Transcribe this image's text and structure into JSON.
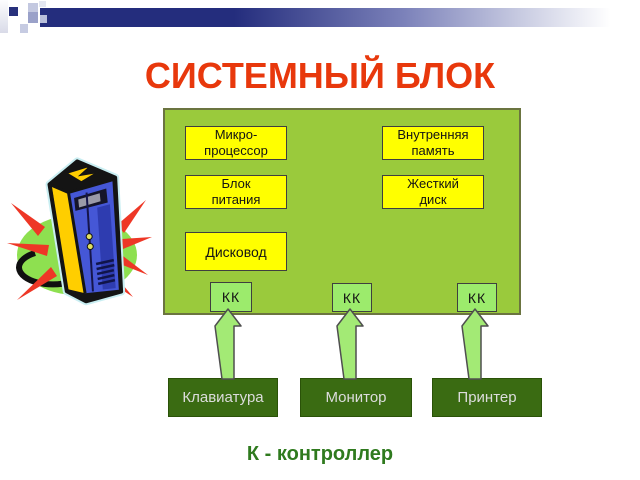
{
  "title": {
    "text": "СИСТЕМНЫЙ БЛОК"
  },
  "system_box": {
    "components": [
      {
        "label": "Микро-\nпроцессор"
      },
      {
        "label": "Внутренняя\nпамять"
      },
      {
        "label": "Блок\nпитания"
      },
      {
        "label": "Жесткий\nдиск"
      },
      {
        "label": "Дисковод"
      }
    ],
    "controllers": [
      {
        "label": "КК"
      },
      {
        "label": "КК"
      },
      {
        "label": "КК"
      }
    ]
  },
  "devices": [
    {
      "label": "Клавиатура"
    },
    {
      "label": "Монитор"
    },
    {
      "label": "Принтер"
    }
  ],
  "caption": {
    "text": "К - контроллер"
  },
  "icons": {
    "computer_tower_icon": "pc-tower-clipart"
  },
  "colors": {
    "title_red": "#e8380c",
    "board_green": "#9aca3c",
    "component_yellow": "#ffff00",
    "controller_light_green": "#9ceb6c",
    "device_dark_green": "#3a6b12",
    "arrow_green": "#a3ea75",
    "caption_green": "#2f7a1e",
    "header_navy": "#242d7d"
  }
}
